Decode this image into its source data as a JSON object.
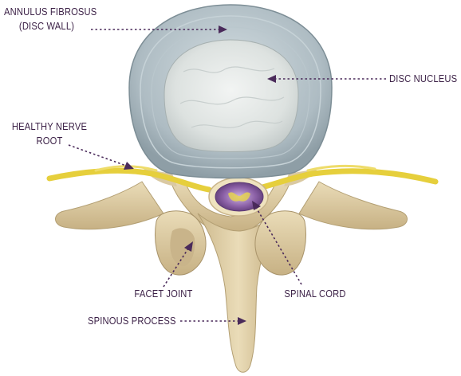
{
  "labels": {
    "annulus_line1": "ANNULUS FIBROSUS",
    "annulus_line2": "(DISC WALL)",
    "disc_nucleus": "DISC NUCLEUS",
    "nerve_line1": "HEALTHY NERVE",
    "nerve_line2": "ROOT",
    "facet_joint": "FACET JOINT",
    "spinal_cord": "SPINAL CORD",
    "spinous_process": "SPINOUS PROCESS"
  },
  "colors": {
    "label_text": "#3a1f45",
    "leader_line": "#4a2a5a",
    "disc_wall": "#a9b9c0",
    "disc_nucleus": "#dde2e0",
    "nerve": "#e6cf3c",
    "bone": "#d8c59a",
    "spinal_cord": "#7e4f9a"
  }
}
